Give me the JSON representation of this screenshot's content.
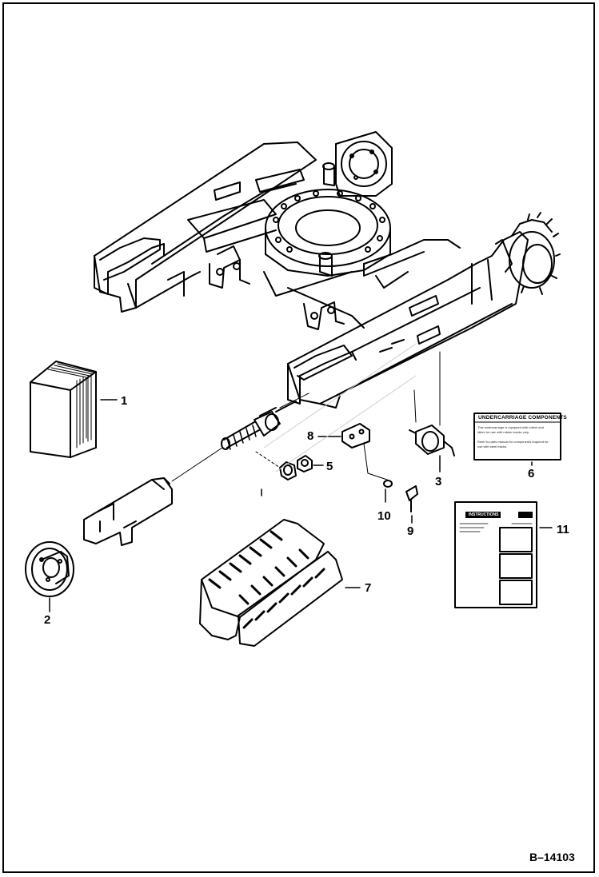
{
  "diagram": {
    "figure_ref": "B–14103",
    "callouts": [
      "1",
      "2",
      "3",
      "5",
      "6",
      "7",
      "8",
      "9",
      "10",
      "11"
    ],
    "decal_6": {
      "title": "UNDERCARRIAGE COMPONENTS",
      "lines": [
        "This undercarriage is equipped with rollers and",
        "idlers for use with rubber tracks only.",
        "Refer to parts manual for components required for",
        "use with steel tracks."
      ]
    },
    "decal_11": {
      "title": "INSTRUCTIONS"
    }
  }
}
